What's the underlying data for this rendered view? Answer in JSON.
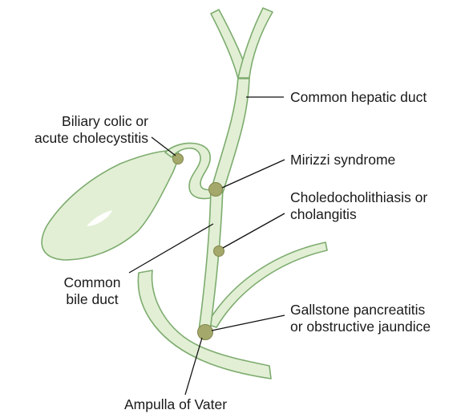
{
  "labels": {
    "biliary_colic_line1": "Biliary colic or",
    "biliary_colic_line2": "acute cholecystitis",
    "common_hepatic_duct": "Common hepatic duct",
    "mirizzi": "Mirizzi syndrome",
    "choledocho_line1": "Choledocholithiasis or",
    "choledocho_line2": "cholangitis",
    "common_bile_duct_line1": "Common",
    "common_bile_duct_line2": "bile duct",
    "gallstone_line1": "Gallstone pancreatitis",
    "gallstone_line2": "or obstructive jaundice",
    "ampulla": "Ampulla of Vater"
  },
  "colors": {
    "duct_fill": "#e2efd5",
    "duct_outline": "#7dac6e",
    "stone_fill": "#a4a86a",
    "leader_line": "#111111"
  }
}
